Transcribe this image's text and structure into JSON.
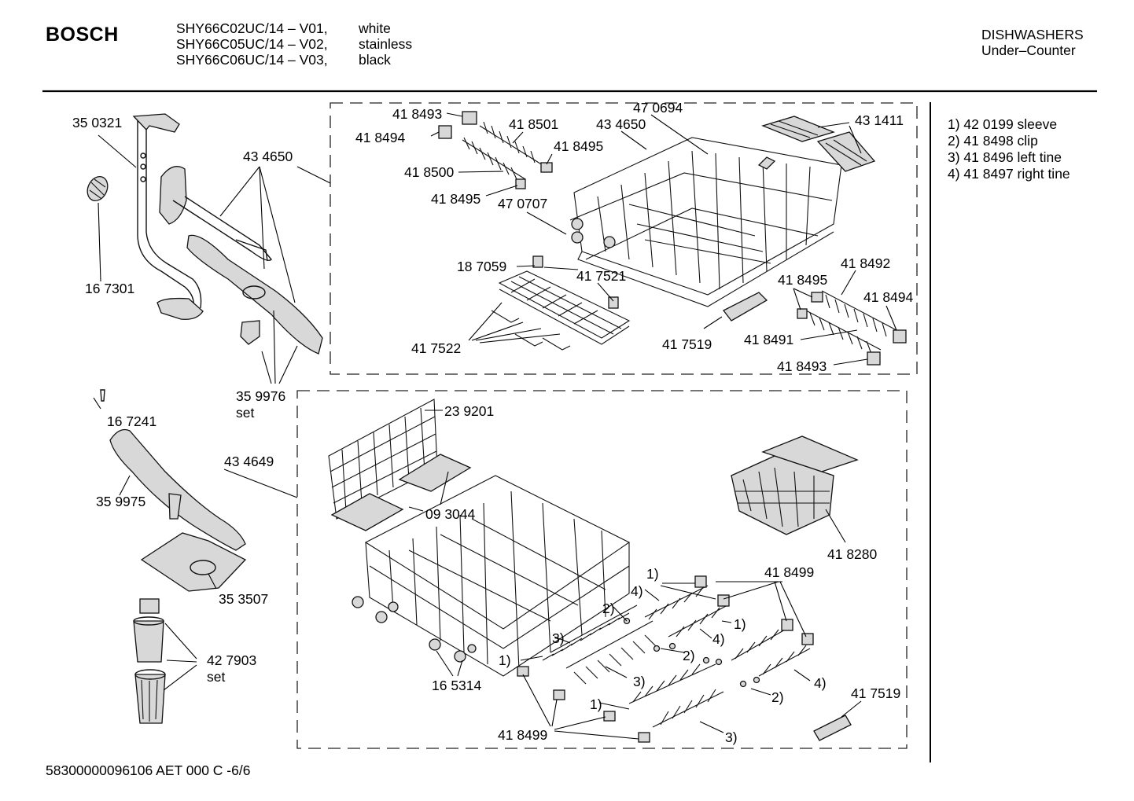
{
  "header": {
    "brand": "BOSCH",
    "models": [
      {
        "code": "SHY66C02UC/14 – V01,",
        "color": "white"
      },
      {
        "code": "SHY66C05UC/14 – V02,",
        "color": "stainless"
      },
      {
        "code": "SHY66C06UC/14 – V03,",
        "color": "black"
      }
    ],
    "category": "DISHWASHERS",
    "subcategory": "Under–Counter"
  },
  "legend": [
    "1) 42 0199 sleeve",
    "2) 41 8498 clip",
    "3) 41 8496 left tine",
    "4) 41 8497 right tine"
  ],
  "labels": {
    "p350321": "35 0321",
    "p167301": "16 7301",
    "p434650a": "43 4650",
    "p359976": "35 9976",
    "set1": "set",
    "p167241": "16 7241",
    "p359975": "35 9975",
    "p434649": "43 4649",
    "p353507": "35 3507",
    "p427903": "42 7903",
    "set2": "set",
    "p418493a": "41 8493",
    "p418494a": "41 8494",
    "p418501": "41 8501",
    "p470694": "47 0694",
    "p434650b": "43 4650",
    "p431411": "43 1411",
    "p418495a": "41 8495",
    "p418500": "41 8500",
    "p418495b": "41 8495",
    "p470707": "47 0707",
    "p187059": "18 7059",
    "p417521": "41 7521",
    "p418492": "41 8492",
    "p418495c": "41 8495",
    "p418494b": "41 8494",
    "p417522": "41 7522",
    "p417519a": "41 7519",
    "p418491": "41 8491",
    "p418493b": "41 8493",
    "p239201": "23 9201",
    "p093044": "09 3044",
    "p418280": "41 8280",
    "p418499a": "41 8499",
    "p165314": "16 5314",
    "p417519b": "41 7519",
    "p418499b": "41 8499",
    "n1a": "1)",
    "n4a": "4)",
    "n2a": "2)",
    "n3a": "3)",
    "n1b": "1)",
    "n4b": "4)",
    "n2b": "2)",
    "n1c": "1)",
    "n3b": "3)",
    "n4c": "4)",
    "n2c": "2)",
    "n1d": "1)",
    "n3c": "3)"
  },
  "footer": "58300000096106 AET 000 C -6/6"
}
